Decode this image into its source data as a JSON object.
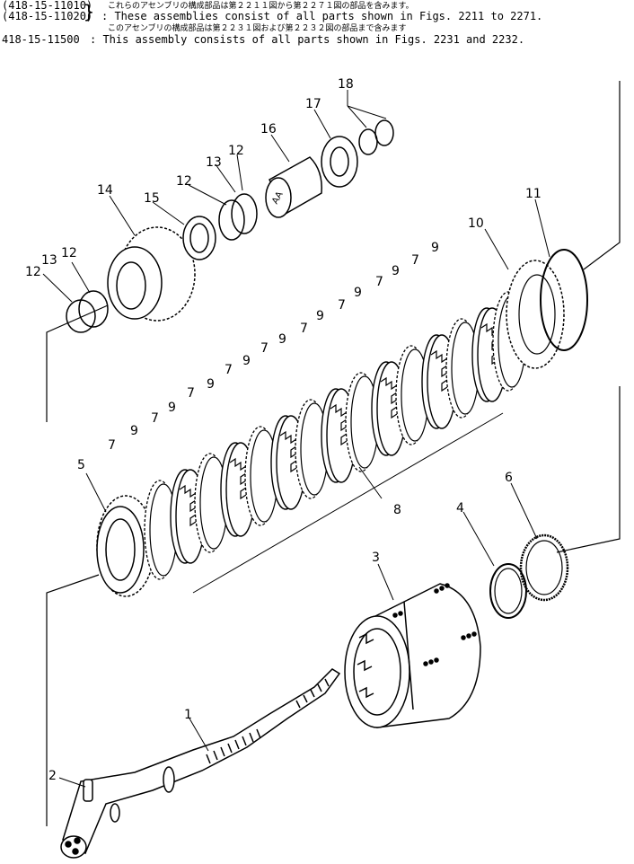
{
  "header": {
    "line1_part": "(418-15-11010)",
    "line1_jp": "これらのアセンブリの構成部品は第２２１１図から第２２７１図の部品を含みます。",
    "line2_part": "(418-15-11020)",
    "line2_text": ": These assemblies consist of all parts shown in Figs. 2211 to 2271.",
    "line3_jp": "このアセンブリの構成部品は第２２３１図および第２２３２図の部品まで含みます",
    "line4_part": "418-15-11500",
    "line4_text": ": This assembly consists of all parts shown in Figs. 2231 and 2232."
  },
  "callouts": [
    "1",
    "2",
    "3",
    "4",
    "5",
    "6",
    "7",
    "8",
    "9",
    "10",
    "11",
    "12",
    "13",
    "14",
    "15",
    "16",
    "17",
    "18"
  ],
  "labels": {
    "n1": "1",
    "n2": "2",
    "n3": "3",
    "n4": "4",
    "n5": "5",
    "n6": "6",
    "n8": "8",
    "n10": "10",
    "n11": "11",
    "n12a": "12",
    "n12b": "12",
    "n12c": "12",
    "n12d": "12",
    "n13a": "13",
    "n13b": "13",
    "n14": "14",
    "n15": "15",
    "n16": "16",
    "n17": "17",
    "n18": "18",
    "n7": "7",
    "n9": "9"
  },
  "part16_marking": "AA"
}
